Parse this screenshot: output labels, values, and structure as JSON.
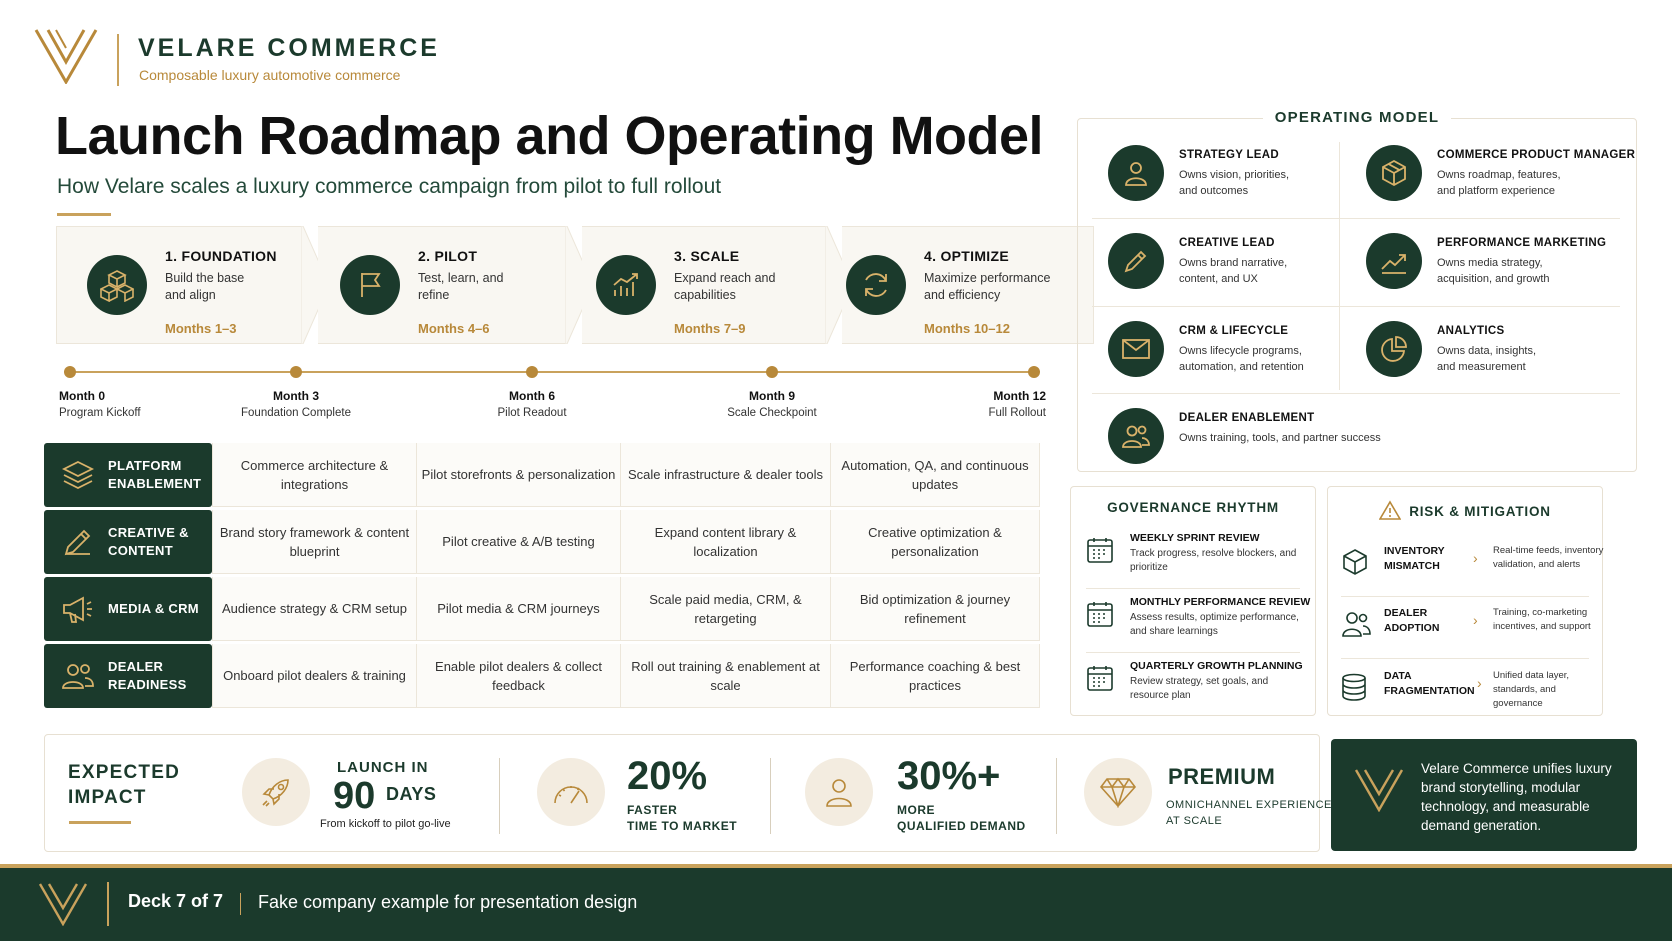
{
  "brand": {
    "name": "VELARE COMMERCE",
    "tagline": "Composable luxury automotive commerce"
  },
  "title": "Launch Roadmap and Operating Model",
  "subtitle": "How Velare scales a luxury commerce campaign from pilot to full rollout",
  "phases": [
    {
      "title": "1. FOUNDATION",
      "desc": "Build the base and align",
      "months": "Months 1–3",
      "icon": "cubes-icon"
    },
    {
      "title": "2. PILOT",
      "desc": "Test, learn, and refine",
      "months": "Months 4–6",
      "icon": "flag-icon"
    },
    {
      "title": "3. SCALE",
      "desc": "Expand reach and capabilities",
      "months": "Months 7–9",
      "icon": "growth-chart-icon"
    },
    {
      "title": "4. OPTIMIZE",
      "desc": "Maximize performance and efficiency",
      "months": "Months 10–12",
      "icon": "refresh-icon"
    }
  ],
  "timeline": [
    {
      "month": "Month 0",
      "label": "Program Kickoff"
    },
    {
      "month": "Month 3",
      "label": "Foundation Complete"
    },
    {
      "month": "Month 6",
      "label": "Pilot Readout"
    },
    {
      "month": "Month 9",
      "label": "Scale Checkpoint"
    },
    {
      "month": "Month 12",
      "label": "Full Rollout"
    }
  ],
  "workstreams": [
    {
      "label": "PLATFORM ENABLEMENT",
      "icon": "layers-icon",
      "cells": [
        "Commerce architecture & integrations",
        "Pilot storefronts & personalization",
        "Scale infrastructure & dealer tools",
        "Automation, QA, and continuous updates"
      ]
    },
    {
      "label": "CREATIVE & CONTENT",
      "icon": "pencil-icon",
      "cells": [
        "Brand story framework & content blueprint",
        "Pilot creative & A/B testing",
        "Expand content library & localization",
        "Creative optimization & personalization"
      ]
    },
    {
      "label": "MEDIA & CRM",
      "icon": "megaphone-icon",
      "cells": [
        "Audience strategy & CRM setup",
        "Pilot media & CRM journeys",
        "Scale paid media, CRM, & retargeting",
        "Bid optimization & journey refinement"
      ]
    },
    {
      "label": "DEALER READINESS",
      "icon": "people-icon",
      "cells": [
        "Onboard pilot dealers & training",
        "Enable pilot dealers & collect feedback",
        "Roll out training & enablement at scale",
        "Performance coaching & best practices"
      ]
    }
  ],
  "operating_model": {
    "title": "OPERATING MODEL",
    "roles": [
      {
        "title": "STRATEGY LEAD",
        "desc": "Owns vision, priorities, and outcomes",
        "icon": "person-icon"
      },
      {
        "title": "COMMERCE PRODUCT MANAGER",
        "desc": "Owns roadmap, features, and platform experience",
        "icon": "box-icon"
      },
      {
        "title": "CREATIVE LEAD",
        "desc": "Owns brand narrative, content, and UX",
        "icon": "pencil-icon"
      },
      {
        "title": "PERFORMANCE MARKETING",
        "desc": "Owns media strategy, acquisition, and growth",
        "icon": "trend-up-icon"
      },
      {
        "title": "CRM & LIFECYCLE",
        "desc": "Owns lifecycle programs, automation, and retention",
        "icon": "envelope-icon"
      },
      {
        "title": "ANALYTICS",
        "desc": "Owns data, insights, and measurement",
        "icon": "pie-chart-icon"
      },
      {
        "title": "DEALER ENABLEMENT",
        "desc": "Owns training, tools, and partner success",
        "icon": "people-icon"
      }
    ]
  },
  "governance": {
    "title": "GOVERNANCE RHYTHM",
    "items": [
      {
        "title": "WEEKLY SPRINT REVIEW",
        "desc": "Track progress, resolve blockers, and prioritize"
      },
      {
        "title": "MONTHLY PERFORMANCE REVIEW",
        "desc": "Assess results, optimize performance, and share learnings"
      },
      {
        "title": "QUARTERLY GROWTH PLANNING",
        "desc": "Review strategy, set goals, and resource plan"
      }
    ]
  },
  "risk": {
    "title": "RISK & MITIGATION",
    "items": [
      {
        "title": "INVENTORY MISMATCH",
        "desc": "Real-time feeds, inventory validation, and alerts",
        "icon": "cube-icon"
      },
      {
        "title": "DEALER ADOPTION",
        "desc": "Training, co-marketing incentives, and support",
        "icon": "people-icon"
      },
      {
        "title": "DATA FRAGMENTATION",
        "desc": "Unified data layer, standards, and governance",
        "icon": "database-icon"
      }
    ]
  },
  "impact": {
    "title_line1": "EXPECTED",
    "title_line2": "IMPACT",
    "launch_pre": "LAUNCH IN",
    "launch_num": "90",
    "launch_unit": "DAYS",
    "launch_sub": "From kickoff to pilot go-live",
    "faster_num": "20%",
    "faster_l1": "FASTER",
    "faster_l2": "TIME TO MARKET",
    "demand_num": "30%+",
    "demand_l1": "MORE",
    "demand_l2": "QUALIFIED DEMAND",
    "premium_title": "PREMIUM",
    "premium_l1": "OMNICHANNEL EXPERIENCE",
    "premium_l2": "AT SCALE"
  },
  "summary": "Velare Commerce unifies luxury brand storytelling, modular technology, and measurable demand generation.",
  "footer": {
    "deck": "Deck 7 of 7",
    "note": "Fake company example for presentation design"
  },
  "colors": {
    "green": "#1b3a2c",
    "gold": "#b8893a",
    "cream": "#f9f7f2"
  }
}
